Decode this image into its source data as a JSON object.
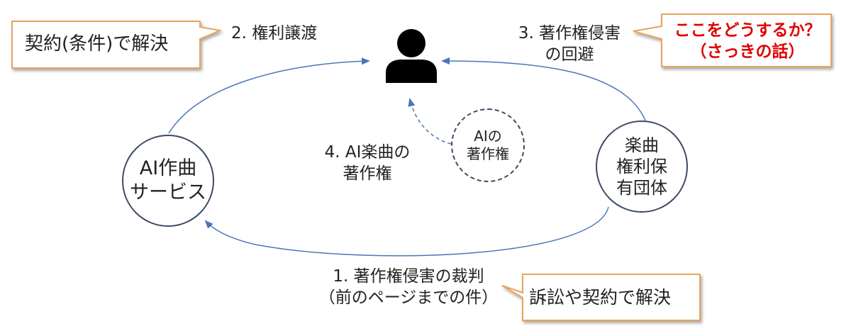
{
  "callouts": {
    "contract": "契約(条件)で解決",
    "lawsuit": "訴訟や契約で解決",
    "question": [
      "ここをどうするか？",
      "（さっきの話）"
    ]
  },
  "nodes": {
    "ai_service": [
      "AI作曲",
      "サービス"
    ],
    "rights_org": [
      "楽曲",
      "権利保",
      "有団体"
    ],
    "ai_copyright": [
      "AIの",
      "著作権"
    ]
  },
  "labels": {
    "transfer": "2. 権利譲渡",
    "avoidance": [
      "3. 著作権侵害",
      "の回避"
    ],
    "ai_music_copyright": [
      "4. AI楽曲の",
      "著作権"
    ],
    "lawsuit": [
      "1. 著作権侵害の裁判",
      "（前のページまでの件）"
    ]
  },
  "colors": {
    "callout_border": "#e8a45a",
    "question_text": "#e00000",
    "arrow": "#4a76b8",
    "circle_border": "#3d4a66",
    "person": "#000000"
  },
  "icons": {
    "user": "person-icon"
  }
}
